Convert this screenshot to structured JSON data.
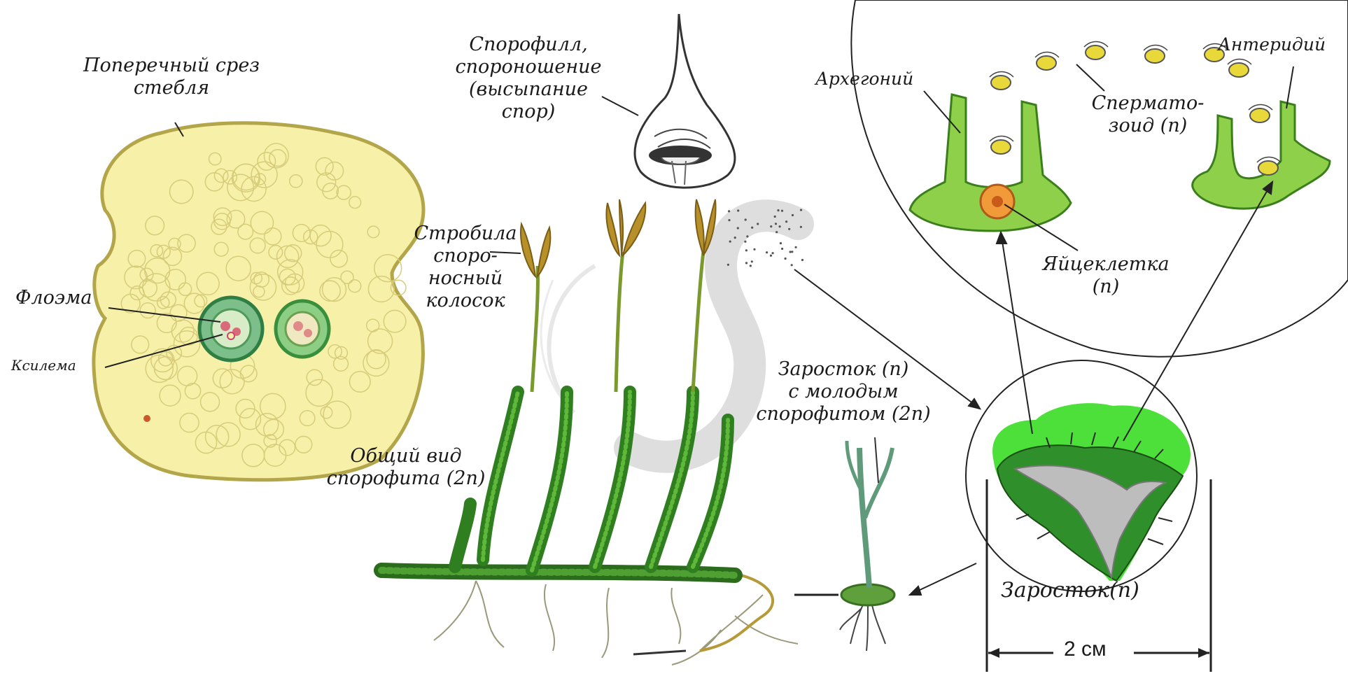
{
  "labels": {
    "cross_section": "Поперечный срез\nстебля",
    "phloem": "Флоэма",
    "xylem": "Ксилема",
    "sporophyll": "Спорофилл,\nспороношение\n(высыпание\nспор)",
    "strobilus": "Стробила\nспоро-\nносный\nколосок",
    "sporophyte_general": "Общий вид\nспорофита (2n)",
    "prothallus_young": "Заросток (n)\nс молодым\nспорофитом (2n)",
    "archegonium": "Архегоний",
    "antheridium": "Антеридий",
    "spermatozoid": "Спермато-\nзоид (n)",
    "egg_cell": "Яйцеклетка\n(n)",
    "prothallus": "Заросток(n)",
    "scale": "2 см"
  },
  "colors": {
    "stem_fill": "#f7f0a8",
    "stem_edge": "#b3a64a",
    "plant_green": "#3f8f2a",
    "dark_green": "#2a6b1c",
    "strobilus": "#b8902a",
    "prothallus_bright": "#4ee03a",
    "egg": "#f09a3a",
    "sperm": "#e8d83a"
  }
}
